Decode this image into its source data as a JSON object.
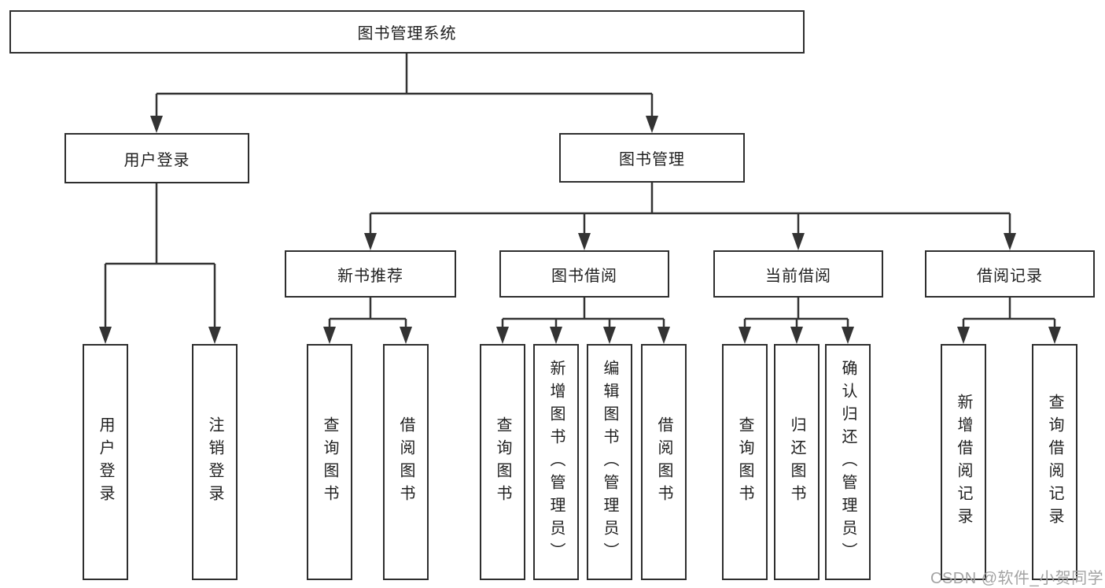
{
  "title": "图书管理系统",
  "watermark": "CSDN @软件_小贺同学",
  "colors": {
    "line": "#333333",
    "border": "#2e2e2e",
    "text": "#1f1f1f",
    "watermark": "#a3a3a3",
    "background": "#ffffff"
  },
  "nodes": {
    "root": {
      "label": "图书管理系统"
    },
    "user_login": {
      "label": "用户登录"
    },
    "book_mgmt": {
      "label": "图书管理"
    },
    "new_book_rec": {
      "label": "新书推荐"
    },
    "book_borrow": {
      "label": "图书借阅"
    },
    "current_borrow": {
      "label": "当前借阅"
    },
    "borrow_record": {
      "label": "借阅记录"
    },
    "leaf_user_login": {
      "label": "用户登录"
    },
    "leaf_logout": {
      "label": "注销登录"
    },
    "leaf_nb_query": {
      "label": "查询图书"
    },
    "leaf_nb_borrow": {
      "label": "借阅图书"
    },
    "leaf_bb_query": {
      "label": "查询图书"
    },
    "leaf_bb_add": {
      "label": "新增图书（管理员）"
    },
    "leaf_bb_edit": {
      "label": "编辑图书（管理员）"
    },
    "leaf_bb_borrow": {
      "label": "借阅图书"
    },
    "leaf_cb_query": {
      "label": "查询图书"
    },
    "leaf_cb_return": {
      "label": "归还图书"
    },
    "leaf_cb_confirm": {
      "label": "确认归还（管理员）"
    },
    "leaf_br_add": {
      "label": "新增借阅记录"
    },
    "leaf_br_query": {
      "label": "查询借阅记录"
    }
  },
  "edges": [
    "图书管理系统→用户登录",
    "图书管理系统→图书管理",
    "用户登录→用户登录",
    "用户登录→注销登录",
    "图书管理→新书推荐",
    "图书管理→图书借阅",
    "图书管理→当前借阅",
    "图书管理→借阅记录",
    "新书推荐→查询图书",
    "新书推荐→借阅图书",
    "图书借阅→查询图书",
    "图书借阅→新增图书（管理员）",
    "图书借阅→编辑图书（管理员）",
    "图书借阅→借阅图书",
    "当前借阅→查询图书",
    "当前借阅→归还图书",
    "当前借阅→确认归还（管理员）",
    "借阅记录→新增借阅记录",
    "借阅记录→查询借阅记录"
  ]
}
